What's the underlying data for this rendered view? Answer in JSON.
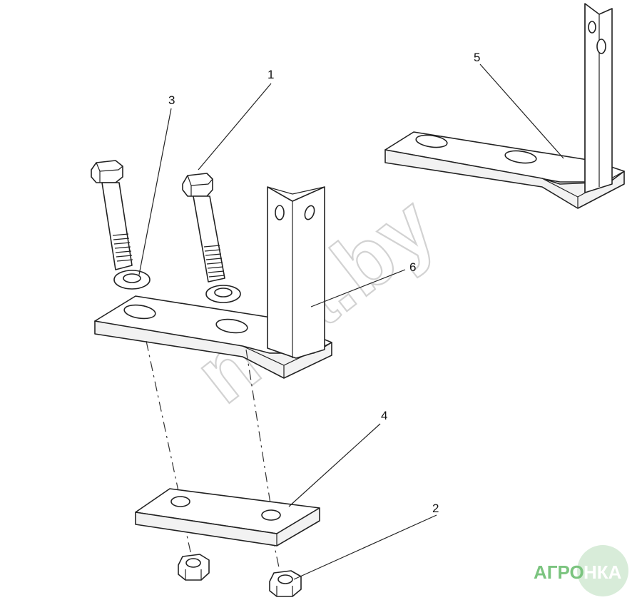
{
  "callouts": {
    "c1": "1",
    "c2": "2",
    "c3": "3",
    "c4": "4",
    "c5": "5",
    "c6": "6"
  },
  "watermark": "nka.by",
  "logo": {
    "left": "АГРО",
    "right": "НКА",
    "green": "#7bc47f",
    "circle": "#d8ecd9"
  }
}
